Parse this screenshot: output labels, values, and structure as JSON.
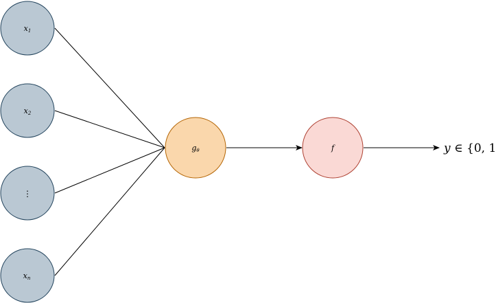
{
  "diagram": {
    "nodes": {
      "x1": {
        "var": "x",
        "sub": "1",
        "fill": "#bac8d3",
        "stroke": "#23445d"
      },
      "x2": {
        "var": "x",
        "sub": "2",
        "fill": "#bac8d3",
        "stroke": "#23445d"
      },
      "dots": {
        "label": "⋮",
        "fill": "#bac8d3",
        "stroke": "#23445d"
      },
      "xn": {
        "var": "x",
        "sub": "n",
        "fill": "#bac8d3",
        "stroke": "#23445d"
      },
      "g": {
        "var": "g",
        "sub": "θ",
        "fill": "#fad7ac",
        "stroke": "#b46504"
      },
      "f": {
        "var": "f",
        "fill": "#fad9d5",
        "stroke": "#ae4132"
      }
    },
    "output": {
      "var": "y",
      "rest": " ∈ {0, 1"
    },
    "edge_color": "#000000"
  }
}
